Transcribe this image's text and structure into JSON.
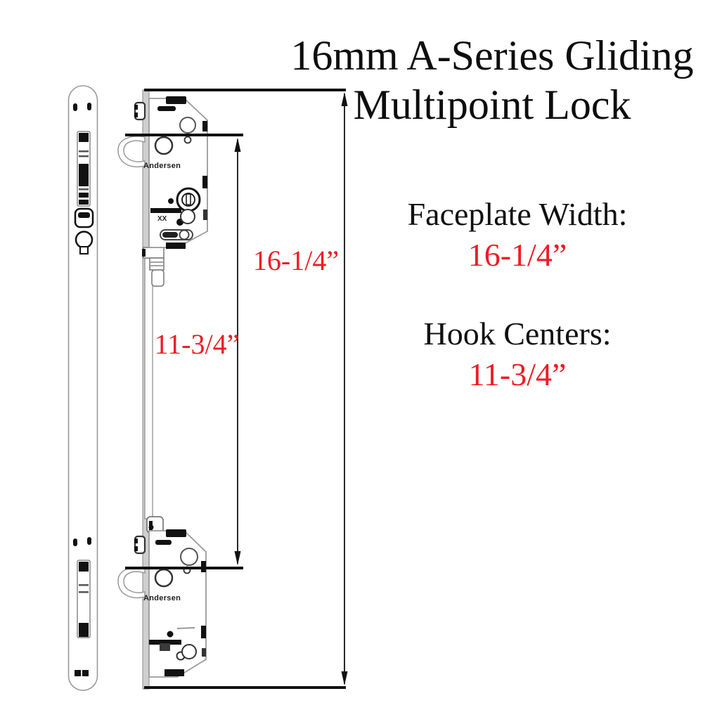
{
  "title": {
    "line1": "16mm A-Series Gliding",
    "line2": "Multipoint Lock"
  },
  "specs": {
    "faceplate_width_label": "Faceplate Width:",
    "faceplate_width_value": "16-1/4”",
    "hook_centers_label": "Hook Centers:",
    "hook_centers_value": "11-3/4”"
  },
  "diagram": {
    "faceplate_dim_label": "16-1/4”",
    "hook_dim_label": "11-3/4”",
    "brand_marking": "Andersen",
    "stamp_marking": "XX",
    "colors": {
      "dimension_red": "#ee1c25",
      "line_black": "#111111",
      "outline_gray": "#9a9a9a"
    }
  }
}
